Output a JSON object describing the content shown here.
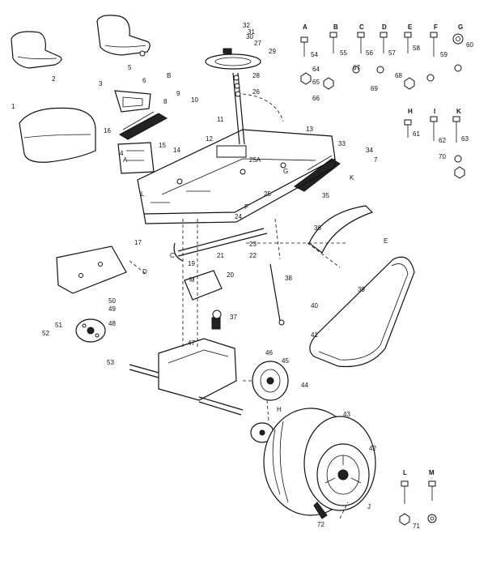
{
  "diagram": {
    "part_numbers": [
      "1",
      "2",
      "3",
      "4",
      "5",
      "6",
      "7",
      "8",
      "9",
      "10",
      "11",
      "12",
      "13",
      "14",
      "15",
      "16",
      "17",
      "19",
      "20",
      "21",
      "22",
      "23",
      "24",
      "25",
      "25A",
      "26",
      "27",
      "28",
      "29",
      "30",
      "31",
      "32",
      "33",
      "34",
      "35",
      "36",
      "37",
      "38",
      "39",
      "40",
      "41",
      "42",
      "43",
      "44",
      "45",
      "46",
      "47",
      "48",
      "49",
      "50",
      "51",
      "52",
      "53",
      "54",
      "55",
      "56",
      "57",
      "58",
      "59",
      "60",
      "61",
      "62",
      "63",
      "64",
      "65",
      "66",
      "67",
      "68",
      "69",
      "70",
      "71",
      "72"
    ],
    "hardware_letters": [
      "A",
      "B",
      "C",
      "D",
      "E",
      "F",
      "G",
      "H",
      "I",
      "K",
      "L",
      "M"
    ],
    "reference_letters": [
      "A",
      "B",
      "C",
      "D",
      "E",
      "F",
      "G",
      "H",
      "J",
      "K",
      "L",
      "M"
    ]
  }
}
